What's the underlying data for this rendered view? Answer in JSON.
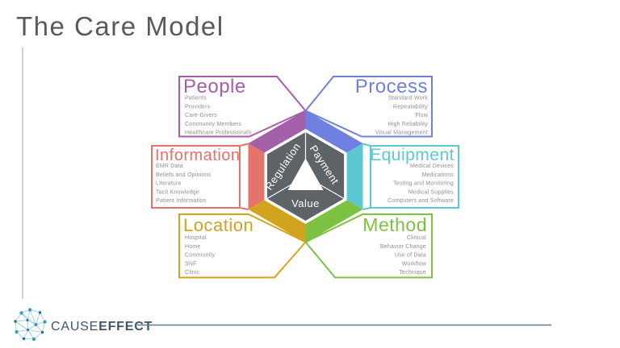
{
  "slide": {
    "title": "The Care Model",
    "title_color": "#595a5c"
  },
  "boxes": [
    {
      "id": "people",
      "label": "People",
      "color": "#a45fa9",
      "items": [
        "Patients",
        "Providers",
        "Care-Givers",
        "Community Members",
        "Healthcare Professionals"
      ]
    },
    {
      "id": "process",
      "label": "Process",
      "color": "#7080e0",
      "items": [
        "Standard Work",
        "Repeatability",
        "Flow",
        "High Reliability",
        "Visual Management"
      ]
    },
    {
      "id": "information",
      "label": "Information",
      "color": "#e4736c",
      "items": [
        "EMR Data",
        "Beliefs and Opinions",
        "Literature",
        "Tacit Knowledge",
        "Patient Information"
      ]
    },
    {
      "id": "equipment",
      "label": "Equipment",
      "color": "#5ec8d2",
      "items": [
        "Medical Devices",
        "Medications",
        "Testing and Monitoring",
        "Medical Supplies",
        "Computers and Software"
      ]
    },
    {
      "id": "location",
      "label": "Location",
      "color": "#d2a41d",
      "items": [
        "Hospital",
        "Home",
        "Community",
        "SNF",
        "Clinic"
      ]
    },
    {
      "id": "method",
      "label": "Method",
      "color": "#7cc142",
      "items": [
        "Clinical",
        "Behavior Change",
        "Use of Data",
        "Workflow",
        "Technique"
      ]
    }
  ],
  "hexagon": {
    "fill": "#5d6366",
    "labels": {
      "left": "Regulation",
      "right": "Payment",
      "bottom": "Value"
    }
  },
  "footer": {
    "brand_regular": "CAUSE",
    "brand_bold": "EFFECT",
    "brand_color": "#3f566a",
    "line_color": "#64798c"
  }
}
